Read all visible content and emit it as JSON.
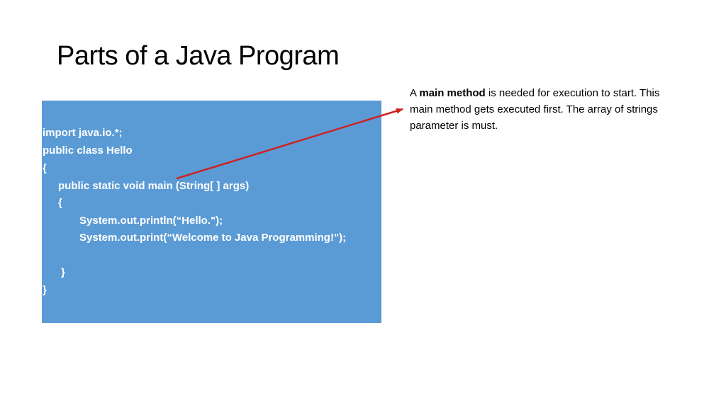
{
  "slide": {
    "title": "Parts of a Java Program"
  },
  "code": {
    "lines": [
      "import java.io.*;",
      "public class Hello",
      "{",
      "public static void main (String[ ] args)",
      "{",
      "System.out.println(“Hello.\");",
      "System.out.print(“Welcome to Java Programming!\");",
      "}",
      "}"
    ]
  },
  "note": {
    "prefix": "A ",
    "emphasis": "main method",
    "suffix": " is needed for execution to start.  This main method gets executed first.  The array of strings parameter is must."
  },
  "colors": {
    "code_background": "#5b9bd5",
    "code_text": "#ffffff",
    "arrow": "#cc2222"
  }
}
